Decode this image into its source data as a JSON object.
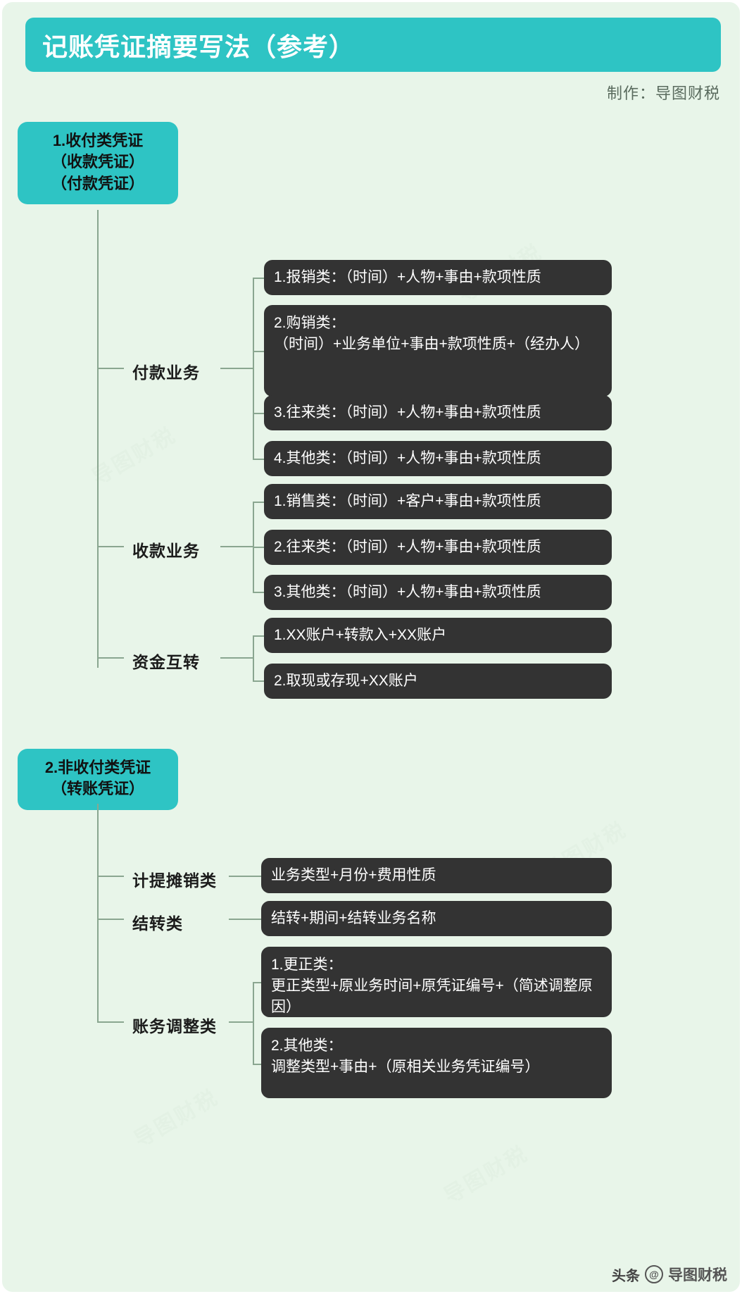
{
  "header": {
    "title": "记账凭证摘要写法（参考）",
    "credit": "制作：导图财税"
  },
  "footer": {
    "platform": "头条",
    "at_symbol": "@",
    "account": "导图财税"
  },
  "colors": {
    "canvas_bg": "#e8f5e9",
    "accent_teal": "#2ec4c4",
    "leaf_dark": "#333333",
    "line": "#8aa690",
    "title_text": "#ffffff"
  },
  "sections": [
    {
      "root": "1.收付类凭证\n（收款凭证）\n（付款凭证）",
      "groups": [
        {
          "label": "付款业务",
          "leaves": [
            "1.报销类：（时间）+人物+事由+款项性质",
            "2.购销类：\n（时间）+业务单位+事由+款项性质+（经办人）",
            "3.往来类：（时间）+人物+事由+款项性质",
            "4.其他类：（时间）+人物+事由+款项性质"
          ]
        },
        {
          "label": "收款业务",
          "leaves": [
            "1.销售类：（时间）+客户+事由+款项性质",
            "2.往来类：（时间）+人物+事由+款项性质",
            "3.其他类：（时间）+人物+事由+款项性质"
          ]
        },
        {
          "label": "资金互转",
          "leaves": [
            "1.XX账户+转款入+XX账户",
            "2.取现或存现+XX账户"
          ]
        }
      ]
    },
    {
      "root": "2.非收付类凭证\n（转账凭证）",
      "groups": [
        {
          "label": "计提摊销类",
          "leaves": [
            "业务类型+月份+费用性质"
          ]
        },
        {
          "label": "结转类",
          "leaves": [
            "结转+期间+结转业务名称"
          ]
        },
        {
          "label": "账务调整类",
          "leaves": [
            "1.更正类：\n更正类型+原业务时间+原凭证编号+（简述调整原因）",
            "2.其他类：\n调整类型+事由+（原相关业务凭证编号）"
          ]
        }
      ]
    }
  ],
  "watermark_text": "导图财税"
}
